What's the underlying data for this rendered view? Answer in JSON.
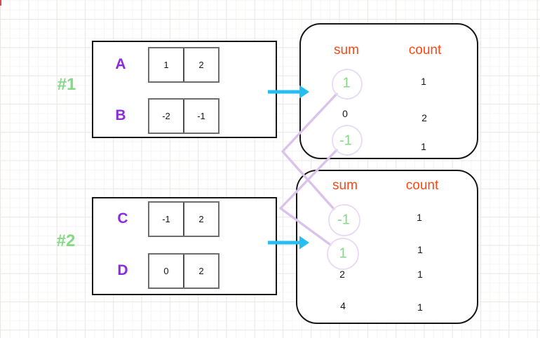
{
  "groups": [
    {
      "tag": "#1",
      "arrays": [
        {
          "name": "A",
          "cells": [
            "1",
            "2"
          ]
        },
        {
          "name": "B",
          "cells": [
            "-2",
            "-1"
          ]
        }
      ]
    },
    {
      "tag": "#2",
      "arrays": [
        {
          "name": "C",
          "cells": [
            "-1",
            "2"
          ]
        },
        {
          "name": "D",
          "cells": [
            "0",
            "2"
          ]
        }
      ]
    }
  ],
  "maps": [
    {
      "sum_header": "sum",
      "count_header": "count",
      "rows": [
        {
          "sum": "1",
          "count": "1",
          "highlighted": true
        },
        {
          "sum": "0",
          "count": "2",
          "highlighted": false
        },
        {
          "sum": "-1",
          "count": "1",
          "highlighted": true
        }
      ]
    },
    {
      "sum_header": "sum",
      "count_header": "count",
      "rows": [
        {
          "sum": "-1",
          "count": "1",
          "highlighted": true
        },
        {
          "sum": "1",
          "count": "1",
          "highlighted": true
        },
        {
          "sum": "2",
          "count": "1",
          "highlighted": false
        },
        {
          "sum": "4",
          "count": "1",
          "highlighted": false
        }
      ]
    }
  ],
  "connections": [
    {
      "from": "map1 sum 1",
      "to": "map2 sum -1"
    },
    {
      "from": "map1 sum -1",
      "to": "map2 sum 1"
    }
  ],
  "colors": {
    "header_orange": "#fb4716",
    "highlight_green": "#85d985",
    "array_label_purple": "#8a2be2",
    "arrow_cyan": "#26bdf0",
    "connector_lavender": "#d9c3ec",
    "circle_outline": "#e8d9f5",
    "corner_marker_red": "#e0474b"
  }
}
